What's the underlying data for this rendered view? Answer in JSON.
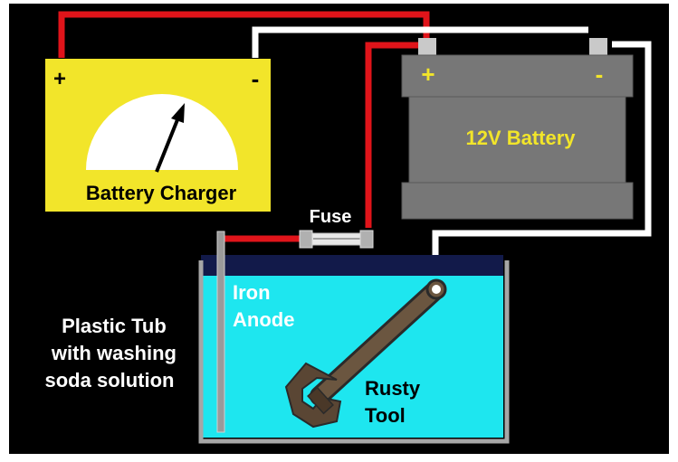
{
  "charger": {
    "label": "Battery Charger",
    "plus_sign": "+",
    "minus_sign": "-"
  },
  "battery": {
    "label": "12V Battery",
    "plus_sign": "+",
    "minus_sign": "-"
  },
  "fuse": {
    "label": "Fuse"
  },
  "tub": {
    "label_lines": [
      "Plastic Tub",
      "with washing",
      "soda solution"
    ]
  },
  "anode": {
    "label_lines": [
      "Iron",
      "Anode"
    ]
  },
  "tool": {
    "label_lines": [
      "Rusty",
      "Tool"
    ]
  },
  "colors": {
    "background": "#000000",
    "charger_body": "#f2e52a",
    "battery_body": "#777777",
    "battery_label": "#f2e52a",
    "positive_wire": "#e0141a",
    "negative_wire": "#ffffff",
    "solution": "#1ee6ef",
    "solution_top": "#121a4a",
    "tub_outline": "#a6a6a6"
  }
}
